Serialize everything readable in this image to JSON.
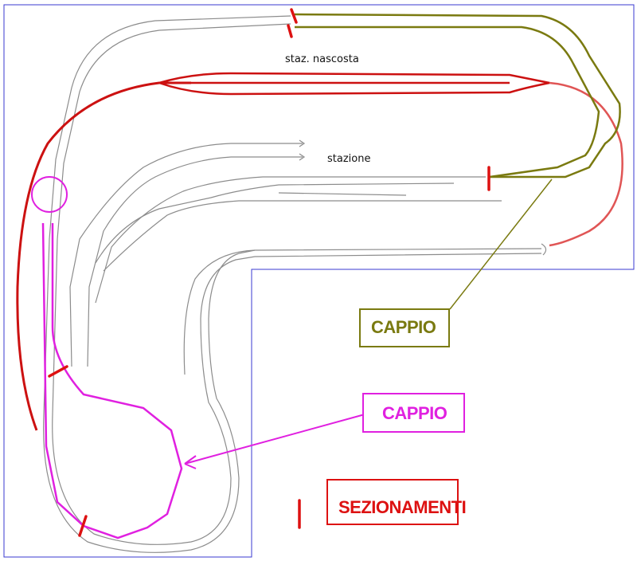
{
  "labels": {
    "hidden_station": "staz. nascosta",
    "station": "stazione"
  },
  "legend": {
    "loop_olive": "CAPPIO",
    "loop_magenta": "CAPPIO",
    "sections": "SEZIONAMENTI"
  },
  "colors": {
    "border": "#3a3ad0",
    "track_gray": "#8c8c8c",
    "track_red": "#cc1111",
    "track_light_red": "#e05555",
    "loop_olive": "#7a7a10",
    "loop_magenta": "#e020e0",
    "section_mark": "#dd1111"
  }
}
